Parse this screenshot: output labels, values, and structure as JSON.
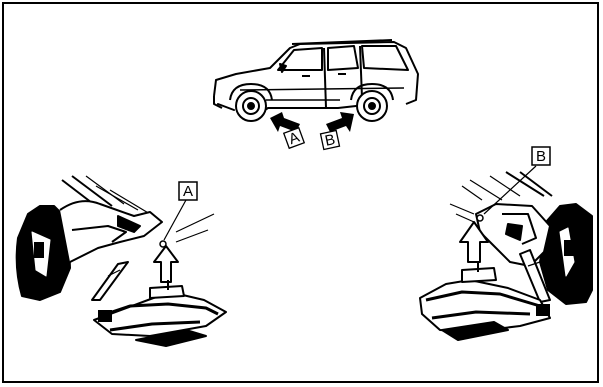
{
  "diagram": {
    "car_labels": {
      "front": "A",
      "rear": "B"
    },
    "left_jack_label": "A",
    "right_jack_label": "B"
  }
}
